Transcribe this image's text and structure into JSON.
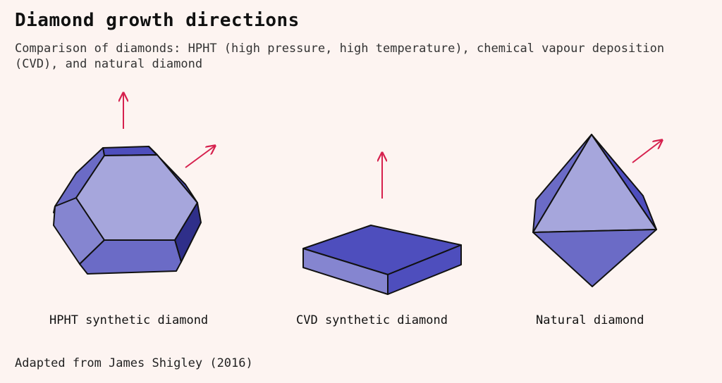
{
  "title": "Diamond growth directions",
  "subtitle": "Comparison of diamonds: HPHT (high pressure, high temperature), chemical vapour deposition (CVD), and natural diamond",
  "diagrams": [
    {
      "caption": "HPHT synthetic diamond"
    },
    {
      "caption": "CVD synthetic diamond"
    },
    {
      "caption": "Natural diamond"
    }
  ],
  "source": "Adapted from James Shigley (2016)",
  "colors": {
    "background": "#fdf4f1",
    "arrow": "#d6214e",
    "face_light": "#a6a6dc",
    "face_mid": "#8585d0",
    "face_medium": "#6b6bc6",
    "face_dark": "#4e4ebd",
    "face_darkest": "#2f2f8a",
    "outline": "#111111"
  }
}
